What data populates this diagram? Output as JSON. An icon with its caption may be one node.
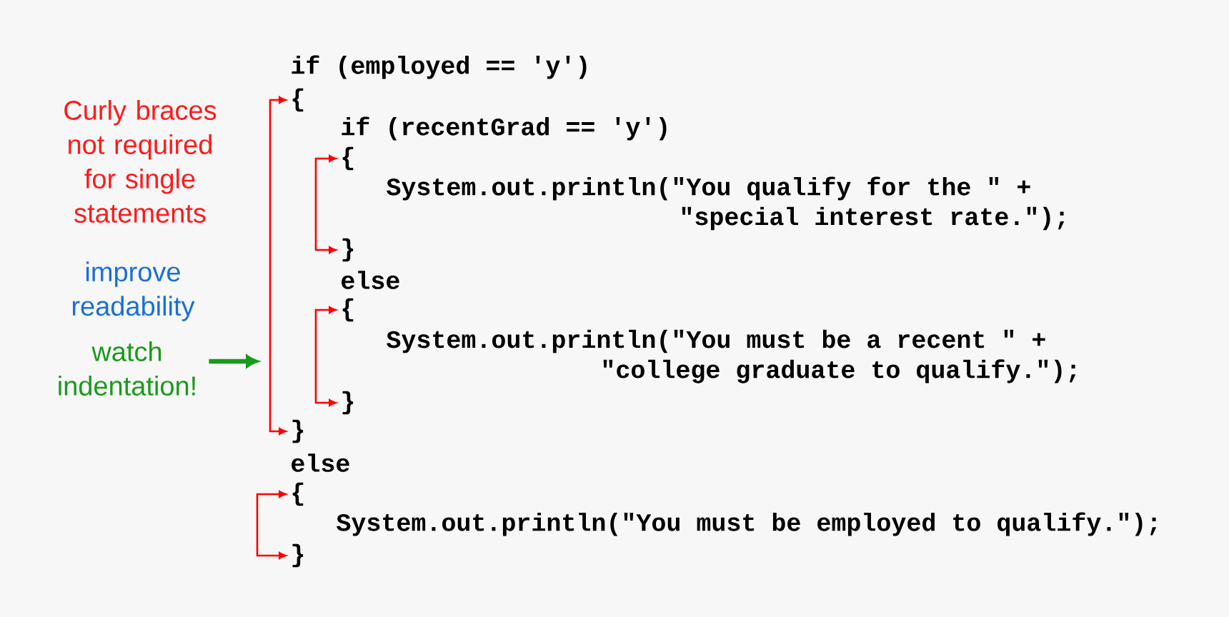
{
  "diagram": {
    "nodes": [
      {
        "text": [
          "if (employed == 'y')"
        ]
      },
      {
        "text": [
          "{"
        ]
      },
      {
        "text": [
          "if (recentGrad == 'y')"
        ]
      },
      {
        "text": [
          "{"
        ]
      },
      {
        "text": [
          "System.out.println(\"You qualify for the \" +"
        ]
      },
      {
        "text": [
          "\"special interest rate.\");"
        ]
      },
      {
        "text": [
          "}"
        ]
      },
      {
        "text": [
          "else"
        ]
      },
      {
        "text": [
          "{"
        ]
      },
      {
        "text": [
          "System.out.println(\"You must be a recent \" +"
        ]
      },
      {
        "text": [
          "\"college graduate to qualify.\");"
        ]
      },
      {
        "text": [
          "}"
        ]
      },
      {
        "text": [
          "}"
        ]
      },
      {
        "text": [
          "else"
        ]
      },
      {
        "text": [
          "{"
        ]
      },
      {
        "text": [
          "System.out.println(\"You must be employed to qualify.\");"
        ]
      },
      {
        "text": [
          "}"
        ]
      },
      {
        "text": [
          "watch indentation!"
        ]
      }
    ],
    "edges": [
      {
        "from": 1,
        "to": 12,
        "arrow": "both"
      },
      {
        "from": 3,
        "to": 6,
        "arrow": "both"
      },
      {
        "from": 8,
        "to": 11,
        "arrow": "both"
      },
      {
        "from": 14,
        "to": 16,
        "arrow": "both"
      },
      {
        "from": 17,
        "to": null,
        "arrow": "to",
        "color": "#1a9a1a",
        "style": "thick"
      }
    ],
    "labels": [
      "Curly braces not required for single statements",
      "improve readability"
    ]
  }
}
